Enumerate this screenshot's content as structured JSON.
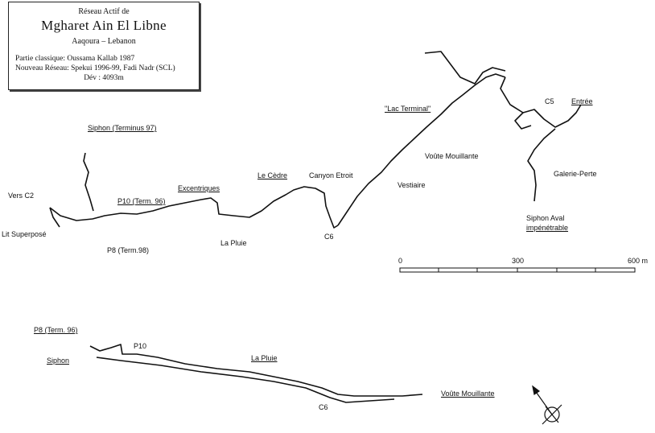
{
  "title_box": {
    "subtitle": "Réseau Actif de",
    "title": "Mgharet Ain El Libne",
    "location": "Aaqoura – Lebanon",
    "credit_1": "Partie classique: Oussama Kallab 1987",
    "credit_2": "Nouveau Réseau: Spekui 1996-99, Fadi Nadr (SCL)",
    "development": "Dév : 4093m"
  },
  "plan_labels": {
    "siphon_terminus": "Siphon (Terminus 97)",
    "vers_c2": "Vers C2",
    "lit_superpose": "Lit Superposé",
    "p10": "P10 (Term. 96)",
    "p8": "P8 (Term.98)",
    "excentriques": "Excentriques",
    "la_pluie": "La Pluie",
    "le_cedre": "Le Cèdre",
    "canyon_etroit": "Canyon Etroit",
    "c6": "C6",
    "vestiaire": "Vestiaire",
    "voute_mouillante": "Voûte Mouillante",
    "lac_terminal": "\"Lac Terminal\"",
    "c5": "C5",
    "entree": "Entrée",
    "galerie_perte": "Galerie-Perte",
    "siphon_aval_1": "Siphon Aval",
    "siphon_aval_2": "impénétrable"
  },
  "scale_bar": {
    "tick_0": "0",
    "tick_mid": "300",
    "tick_end": "600 m"
  },
  "section_labels": {
    "p8": "P8 (Term. 96)",
    "siphon": "Siphon",
    "p10": "P10",
    "la_pluie": "La Pluie",
    "c6": "C6",
    "voute_mouillante": "Voûte Mouillante"
  }
}
